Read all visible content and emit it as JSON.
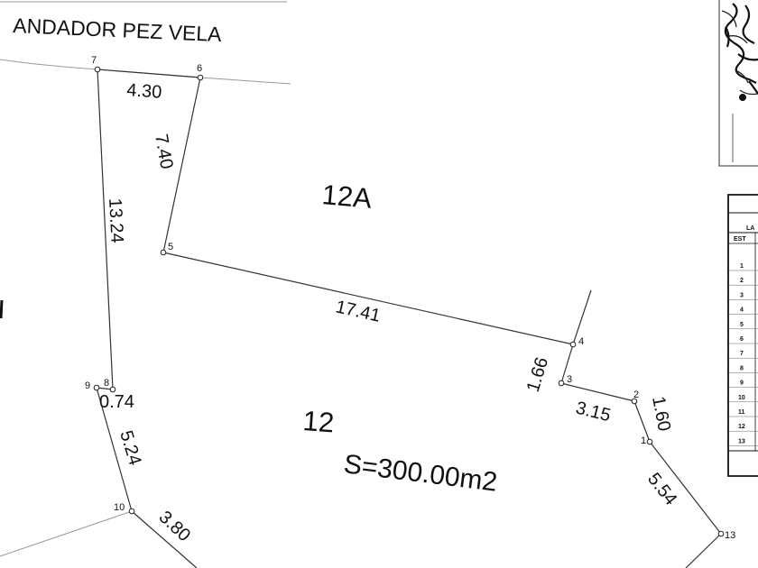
{
  "street": {
    "name": "ANDADOR PEZ VELA"
  },
  "lots": {
    "upper": "12A",
    "lower": "12",
    "area": "S=300.00m2"
  },
  "dimensions": {
    "d_7_6": "4.30",
    "d_6_5": "7.40",
    "d_7_8": "13.24",
    "d_5_4": "17.41",
    "d_4_3": "1.66",
    "d_3_2": "3.15",
    "d_2_1": "1.60",
    "d_1_13": "5.54",
    "d_9_8": "0.74",
    "d_9_10": "5.24",
    "d_10_s": "3.80"
  },
  "vertices": {
    "v1": "1",
    "v2": "2",
    "v3": "3",
    "v4": "4",
    "v5": "5",
    "v6": "6",
    "v7": "7",
    "v8": "8",
    "v9": "9",
    "v10": "10",
    "v13": "13"
  },
  "table": {
    "header_partial": "LA",
    "est_label": "EST",
    "rows": [
      "1",
      "2",
      "3",
      "4",
      "5",
      "6",
      "7",
      "8",
      "9",
      "10",
      "11",
      "12",
      "13"
    ]
  }
}
